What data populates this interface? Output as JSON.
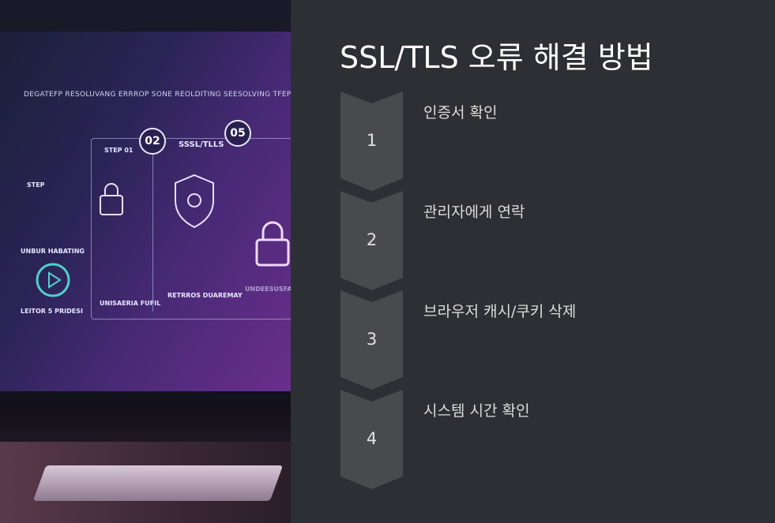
{
  "slide": {
    "title": "SSL/TLS 오류 해결 방법",
    "colors": {
      "background": "#2c2f33",
      "chevron": "#474b4e",
      "title": "#ffffff",
      "text": "#dcdcdc"
    },
    "steps": [
      {
        "number": "1",
        "label": "인증서 확인"
      },
      {
        "number": "2",
        "label": "관리자에게 연락"
      },
      {
        "number": "3",
        "label": "브라우저 캐시/쿠키 삭제"
      },
      {
        "number": "4",
        "label": "시스템 시간 확인"
      }
    ]
  },
  "image": {
    "caption": "DEGATEFP RESOLUVANG ERRROP SONE REOLDITING SEESOLVING TFEP SECE/FIRS",
    "badges": [
      "02",
      "05"
    ],
    "labels": [
      "STEP",
      "STEP 01",
      "SSSL/TLLS",
      "UNBUR HABATING",
      "LEITOR 5 PRIDESI",
      "UNISAERIA FUFIL",
      "RETRROS DUAREMAY",
      "UNDEESUSFATTING"
    ]
  }
}
